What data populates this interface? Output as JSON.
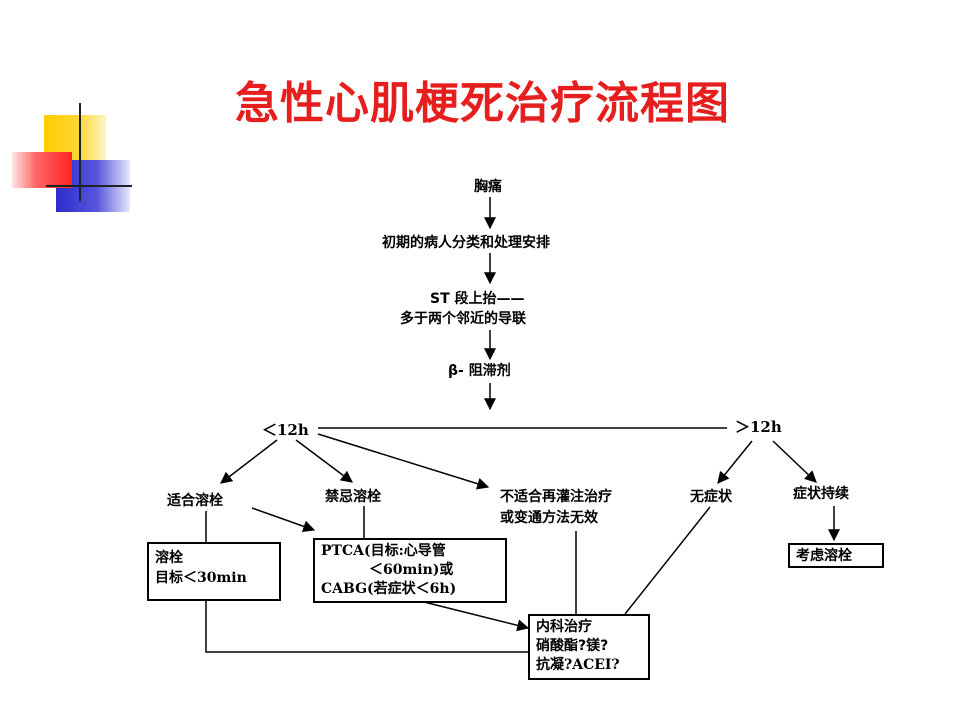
{
  "title": "急性心肌梗死治疗流程图",
  "colors": {
    "title": "#e61e1e",
    "deco_yellow": "#ffcc00",
    "deco_red": "#ff3333",
    "deco_blue": "#2c2ccc"
  },
  "nodes": {
    "chest_pain": "胸痛",
    "initial_triage": "初期的病人分类和处理安排",
    "st_elevation_line1": "ST 段上抬——",
    "st_elevation_line2": "多于两个邻近的导联",
    "beta_blocker": "β- 阻滞剂",
    "lt_12h": "＜12h",
    "gt_12h": "＞12h",
    "suitable_thrombolysis": "适合溶栓",
    "contraindicated_thrombolysis": "禁忌溶栓",
    "unsuitable_reperfusion_line1": "不适合再灌注治疗",
    "unsuitable_reperfusion_line2": "或变通方法无效",
    "asymptomatic": "无症状",
    "persistent_symptoms": "症状持续",
    "thrombolysis_box_line1": "溶栓",
    "thrombolysis_box_line2": "目标＜30min",
    "ptca_box_line1": "PTCA(目标:心导管",
    "ptca_box_line2": "＜60min)或",
    "ptca_box_line3": "CABG(若症状＜6h)",
    "consider_thrombolysis": "考虑溶栓",
    "medical_box_line1": "内科治疗",
    "medical_box_line2": "硝酸酯?镁?",
    "medical_box_line3": "抗凝?ACEI?"
  }
}
